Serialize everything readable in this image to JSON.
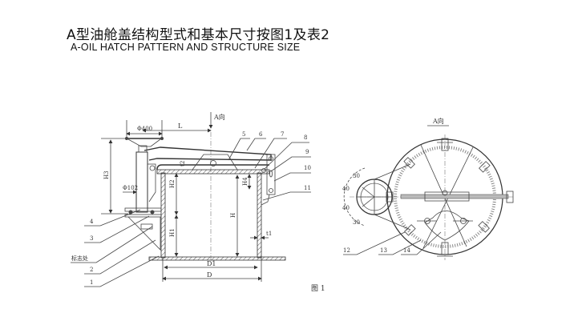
{
  "title": {
    "cn": "A型油舱盖结构型式和基本尺寸按图1及表2",
    "en": "A-OIL HATCH PATTERN AND STRUCTURE SIZE"
  },
  "side_view": {
    "view_arrow_label": "A向",
    "dimensions": {
      "handwheel_dia": "Φ400",
      "L": "L",
      "H3": "H3",
      "H2": "H2",
      "H4": "H4",
      "H1": "H1",
      "H": "H",
      "t1": "t1",
      "D1": "D1",
      "D": "D",
      "shaft_dia": "Φ102",
      "t2": "t2"
    },
    "part_numbers": [
      "5",
      "6",
      "7",
      "8",
      "9",
      "10",
      "11",
      "4",
      "3",
      "2",
      "1"
    ],
    "mark_label": "标志处"
  },
  "top_view": {
    "title": "A向",
    "angles": [
      "30",
      "40",
      "40",
      "30"
    ],
    "part_numbers": [
      "12",
      "13",
      "14"
    ]
  },
  "figure_caption": "图 1"
}
